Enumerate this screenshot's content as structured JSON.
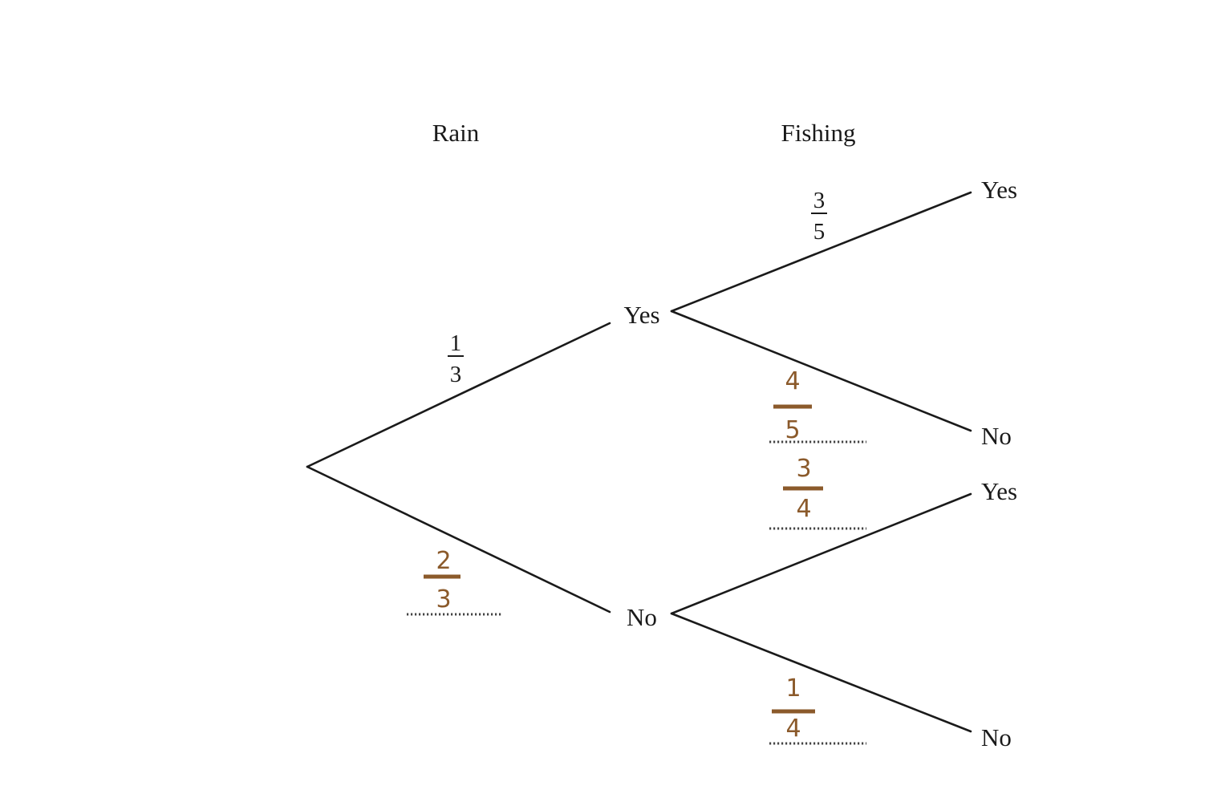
{
  "headings": {
    "stage1": "Rain",
    "stage2": "Fishing"
  },
  "nodes": {
    "rain_yes": "Yes",
    "rain_no": "No",
    "fish_yes_after_yes": "Yes",
    "fish_no_after_yes": "No",
    "fish_yes_after_no": "Yes",
    "fish_no_after_no": "No"
  },
  "printed_probabilities": {
    "rain_yes": {
      "numerator": "1",
      "denominator": "3"
    },
    "fish_yes_after_yes": {
      "numerator": "3",
      "denominator": "5"
    }
  },
  "answer_probabilities": {
    "rain_no": {
      "numerator": "2",
      "denominator": "3"
    },
    "fish_no_after_yes": {
      "numerator": "4",
      "denominator": "5"
    },
    "fish_yes_after_no": {
      "numerator": "3",
      "denominator": "4"
    },
    "fish_no_after_no": {
      "numerator": "1",
      "denominator": "4"
    }
  },
  "colors": {
    "ink": "#1a1a1a",
    "answer": "#8b5a2b",
    "dots": "#444444",
    "background": "#ffffff"
  }
}
